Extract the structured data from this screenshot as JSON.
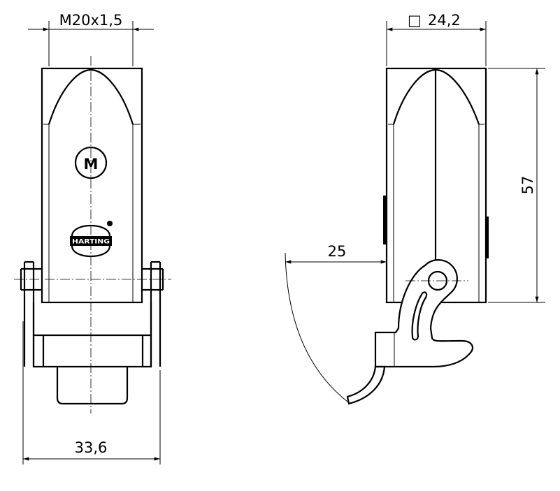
{
  "drawing": {
    "front_view": {
      "thread_dimension": "M20x1,5",
      "width_dimension": "33,6",
      "marking_letter": "M",
      "brand_logo_text": "HARTING"
    },
    "side_view": {
      "square_symbol": "□",
      "square_dimension": "24,2",
      "height_dimension": "57",
      "lever_swing_dimension": "25"
    }
  }
}
